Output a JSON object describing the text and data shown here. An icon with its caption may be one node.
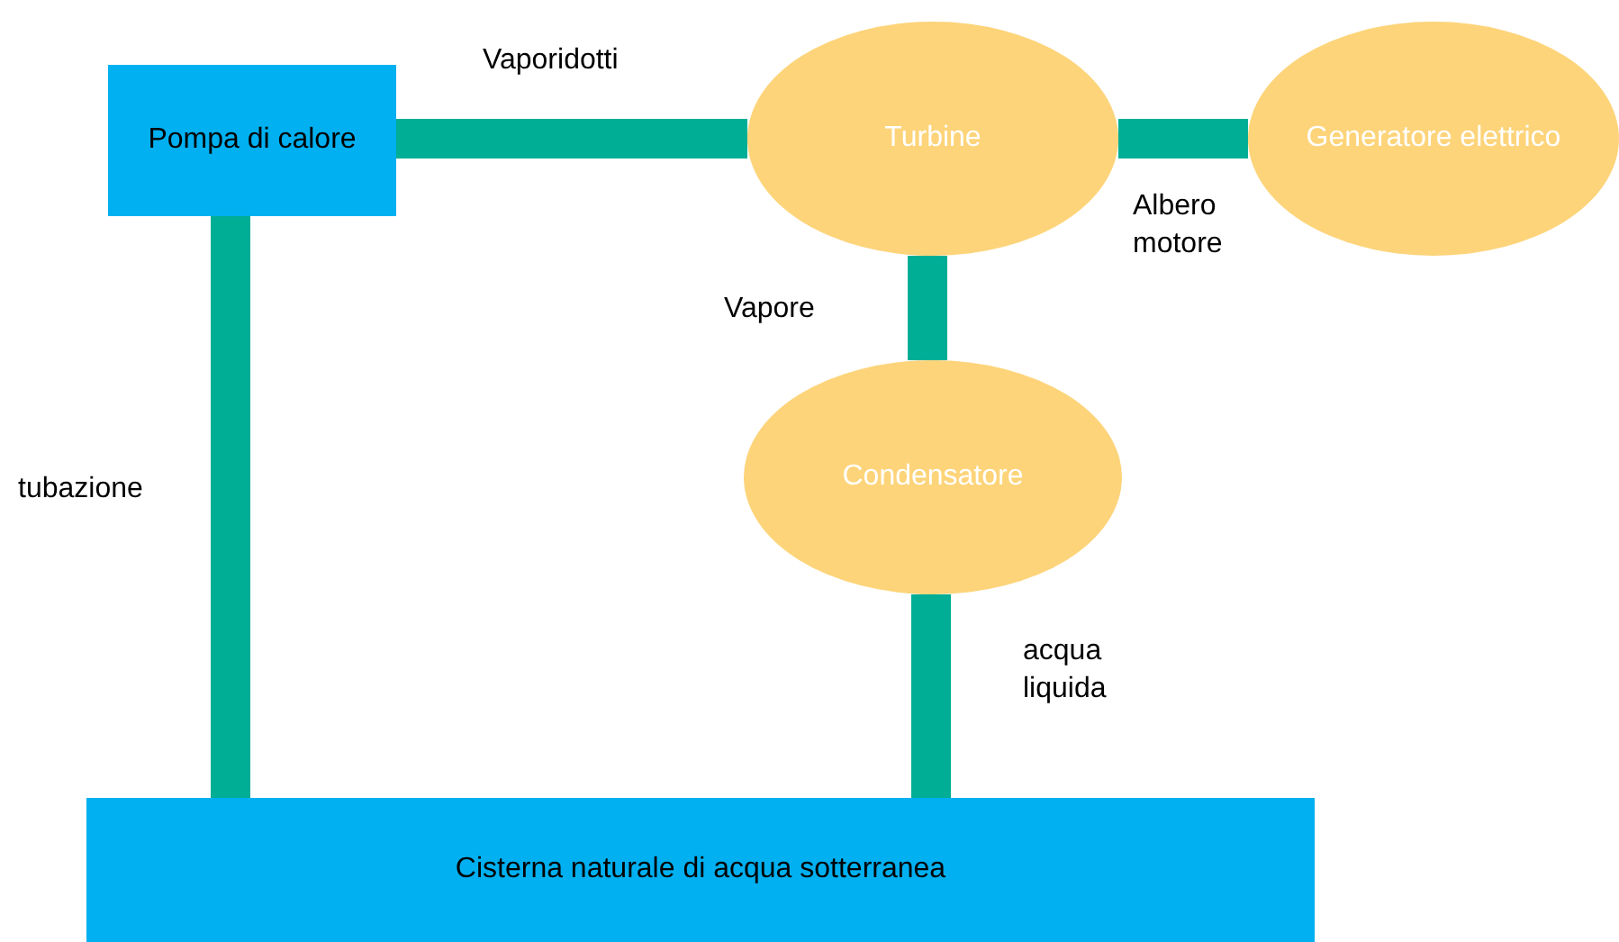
{
  "diagram": {
    "nodes": [
      {
        "text": [
          "Pompa di calore"
        ]
      },
      {
        "text": [
          "Turbine"
        ]
      },
      {
        "text": [
          "Generatore elettrico"
        ]
      },
      {
        "text": [
          "Condensatore"
        ]
      },
      {
        "text": [
          "Cisterna naturale di acqua sotterranea"
        ]
      }
    ],
    "edges": [
      {
        "from": 0,
        "to": 1,
        "arrow": "none",
        "label": "Vaporidotti"
      },
      {
        "from": 1,
        "to": 2,
        "arrow": "none",
        "label": "Albero motore"
      },
      {
        "from": 1,
        "to": 3,
        "arrow": "none",
        "label": "Vapore"
      },
      {
        "from": 3,
        "to": 4,
        "arrow": "none",
        "label": "acqua liquida"
      },
      {
        "from": 0,
        "to": 4,
        "arrow": "none",
        "label": "tubazione"
      }
    ]
  }
}
